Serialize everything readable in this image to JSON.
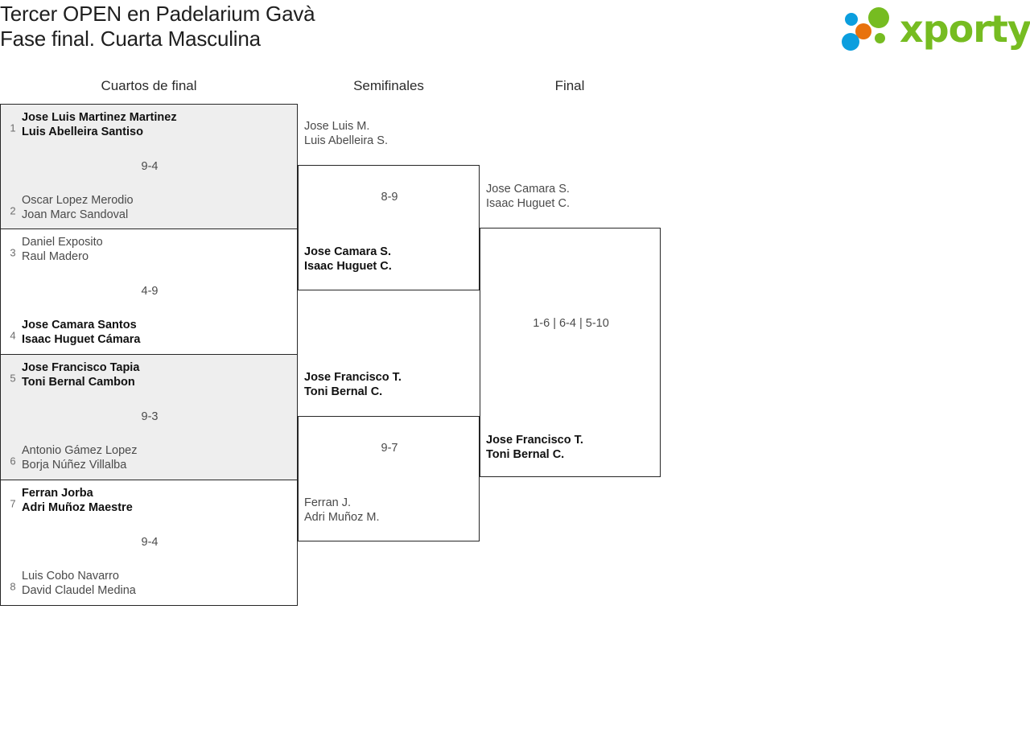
{
  "header": {
    "title_line1": "Tercer OPEN en Padelarium Gavà",
    "title_line2": "Fase final. Cuarta Masculina",
    "logo_word": "xporty",
    "logo_colors": {
      "green": "#76bc21",
      "blue": "#0b9ede",
      "orange": "#e8720c"
    }
  },
  "bracket": {
    "rounds": [
      {
        "label": "Cuartos de final"
      },
      {
        "label": "Semifinales"
      },
      {
        "label": "Final"
      }
    ],
    "matches": {
      "qf1": {
        "score": "9-4",
        "top": {
          "seed": "1",
          "line1": "Jose Luis Martinez Martinez",
          "line2": "Luis Abelleira Santiso",
          "winner": true
        },
        "bottom": {
          "seed": "2",
          "line1": "Oscar Lopez Merodio",
          "line2": "Joan Marc Sandoval",
          "winner": false
        }
      },
      "qf2": {
        "score": "4-9",
        "top": {
          "seed": "3",
          "line1": "Daniel Exposito",
          "line2": "Raul Madero",
          "winner": false
        },
        "bottom": {
          "seed": "4",
          "line1": "Jose Camara Santos",
          "line2": "Isaac Huguet Cámara",
          "winner": true
        }
      },
      "qf3": {
        "score": "9-3",
        "top": {
          "seed": "5",
          "line1": "Jose Francisco Tapia",
          "line2": "Toni Bernal Cambon",
          "winner": true
        },
        "bottom": {
          "seed": "6",
          "line1": "Antonio Gámez Lopez",
          "line2": "Borja Núñez Villalba",
          "winner": false
        }
      },
      "qf4": {
        "score": "9-4",
        "top": {
          "seed": "7",
          "line1": "Ferran Jorba",
          "line2": "Adri Muñoz Maestre",
          "winner": true
        },
        "bottom": {
          "seed": "8",
          "line1": "Luis Cobo Navarro",
          "line2": "David Claudel Medina",
          "winner": false
        }
      },
      "sf1": {
        "score": "8-9",
        "top": {
          "line1": "Jose Luis M.",
          "line2": "Luis Abelleira S.",
          "winner": false
        },
        "bottom": {
          "line1": "Jose Camara S.",
          "line2": "Isaac Huguet C.",
          "winner": true
        }
      },
      "sf2": {
        "score": "9-7",
        "top": {
          "line1": "Jose Francisco T.",
          "line2": "Toni Bernal C.",
          "winner": true
        },
        "bottom": {
          "line1": "Ferran J.",
          "line2": "Adri Muñoz M.",
          "winner": false
        }
      },
      "final": {
        "score": "1-6 | 6-4 | 5-10",
        "top": {
          "line1": "Jose Camara S.",
          "line2": "Isaac Huguet C.",
          "winner": false
        },
        "bottom": {
          "line1": "Jose Francisco T.",
          "line2": "Toni Bernal C.",
          "winner": true
        }
      }
    }
  }
}
